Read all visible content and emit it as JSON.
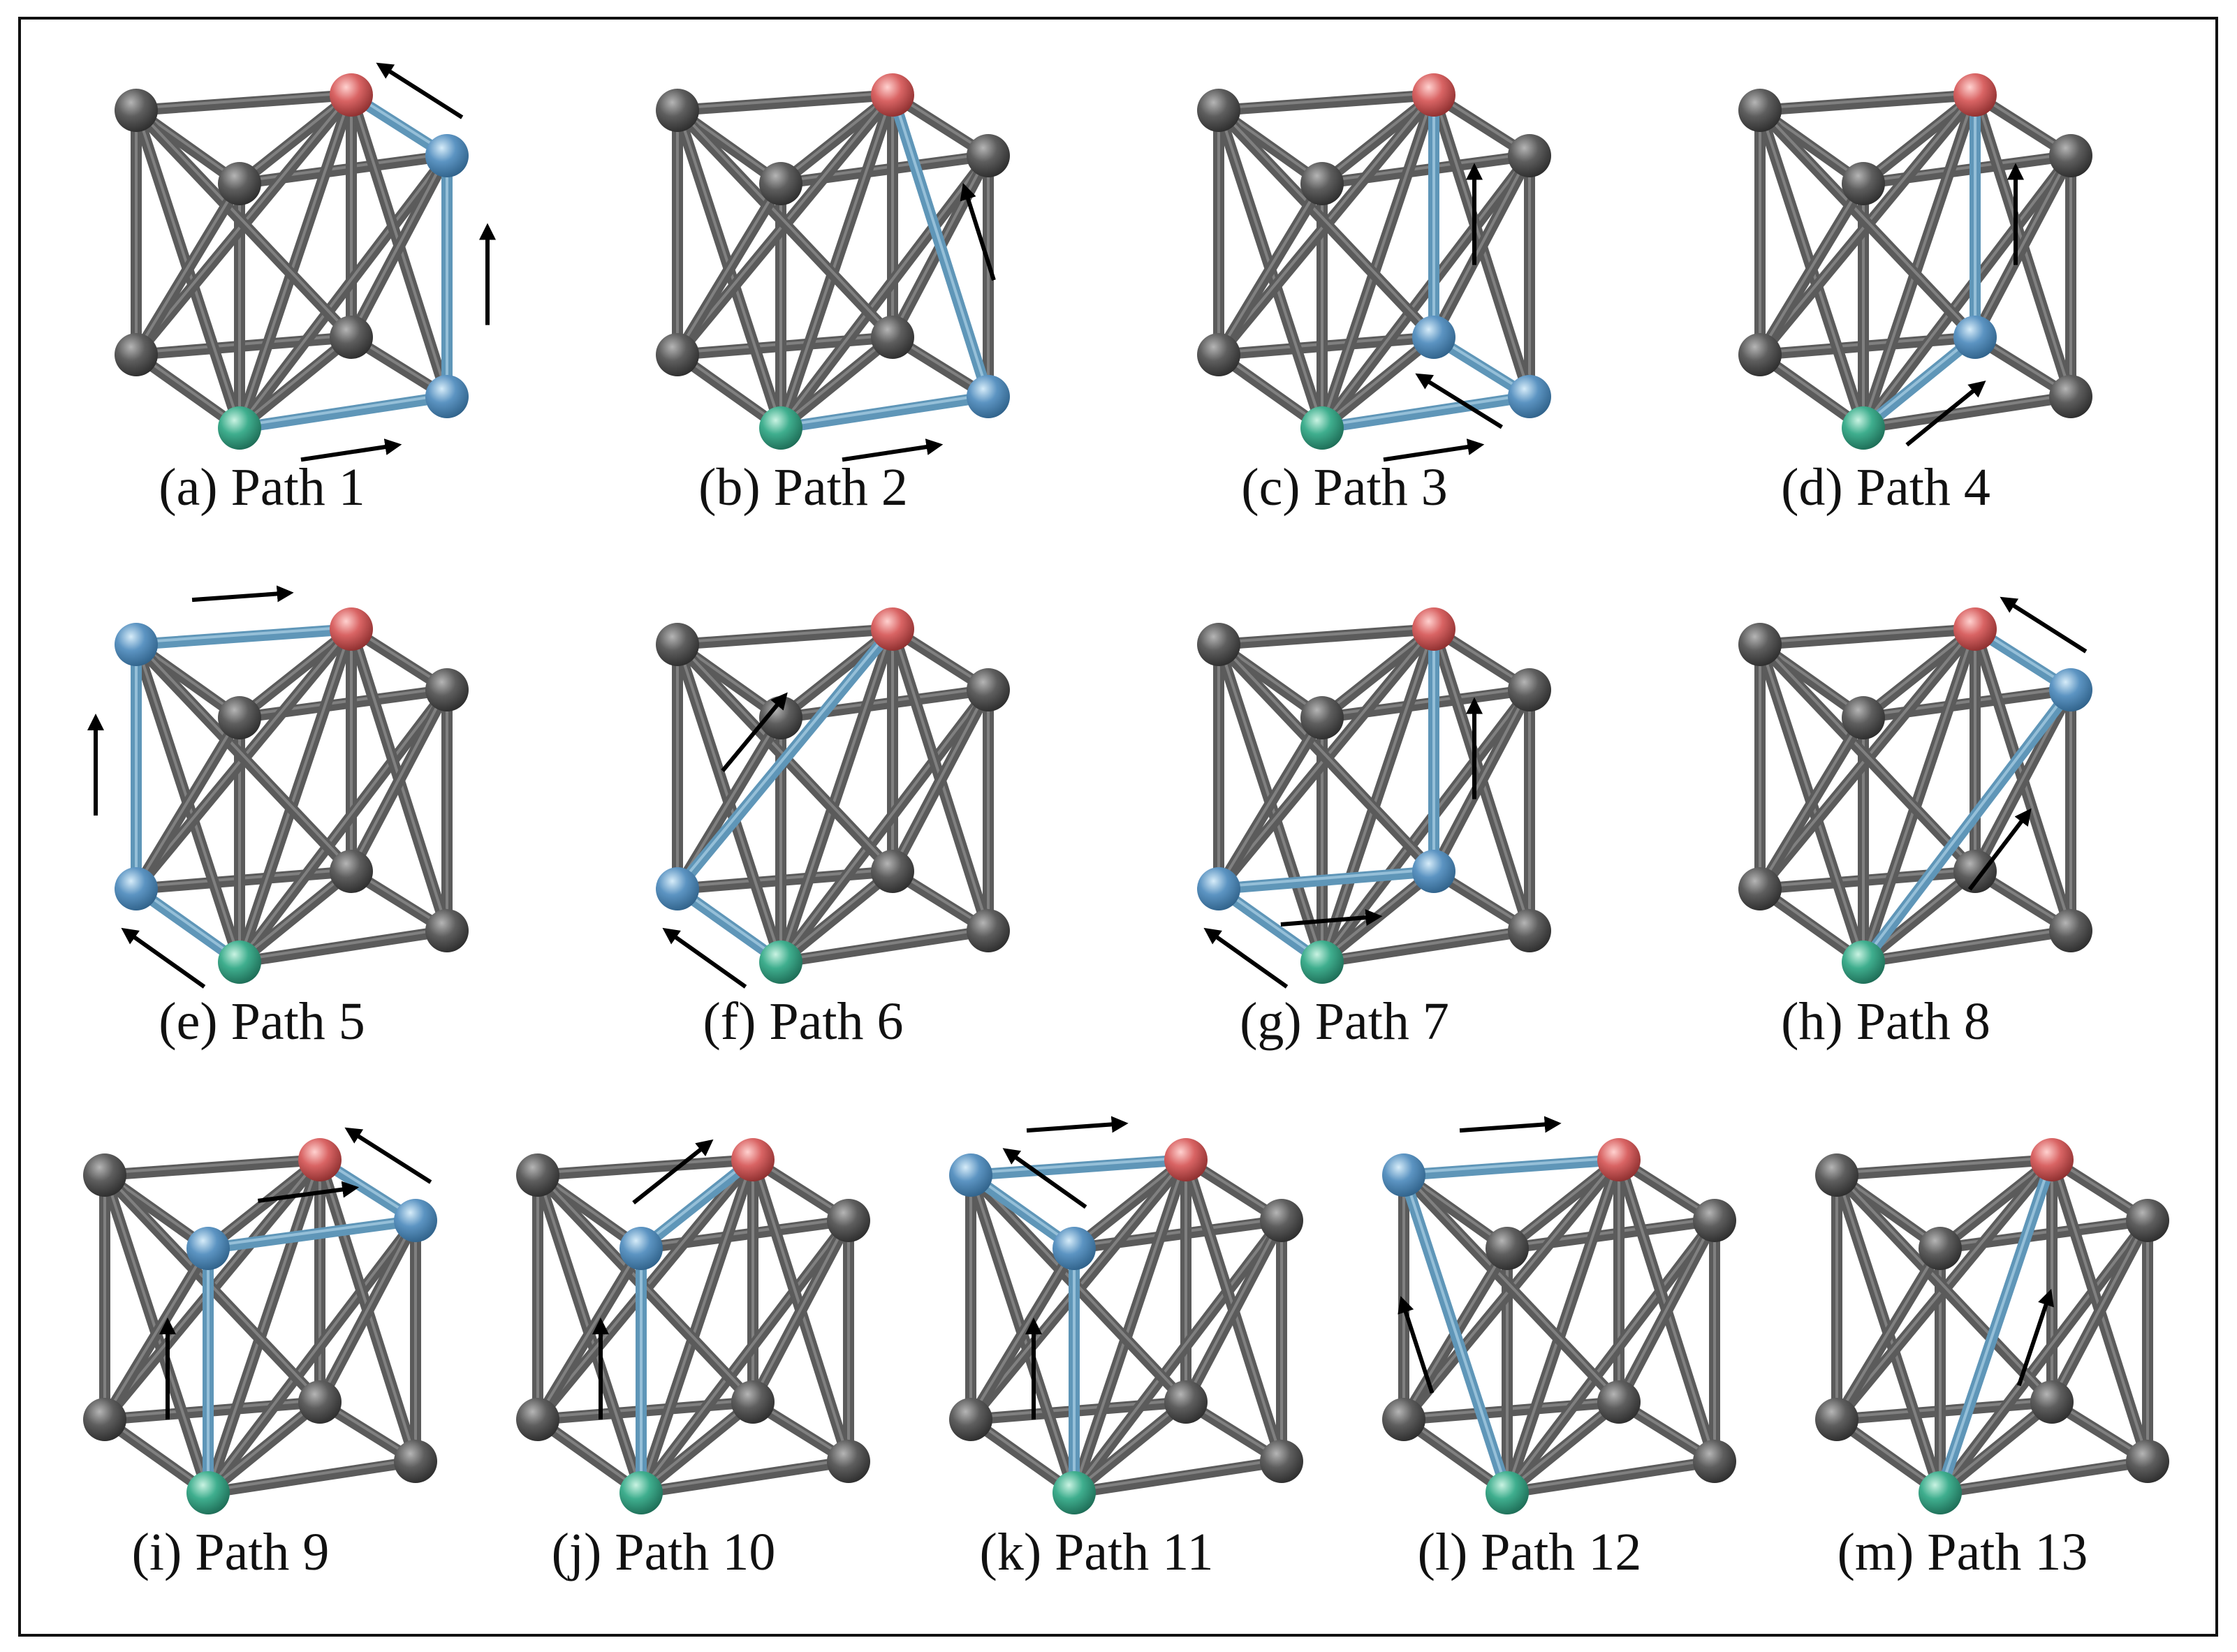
{
  "colors": {
    "rod": "#5b5b5b",
    "rod_highlight": "#8d8d8d",
    "path_rod": "#5f96b8",
    "path_rod_highlight": "#a7cde3",
    "node": "#5e5e5e",
    "path_node": "#5c94c2",
    "start_node": "#3fae8e",
    "end_node": "#d96464",
    "arrow": "#000000",
    "border": "#111111"
  },
  "node_names": [
    "top-back-left",
    "top-back-right",
    "top-front-left",
    "top-front-right",
    "bottom-back-left",
    "bottom-back-right",
    "bottom-front-left",
    "bottom-front-right"
  ],
  "start_node": "bottom-front-left",
  "end_node": "top-back-right",
  "panels": [
    {
      "caption": "(a) Path 1",
      "path": [
        "bottom-front-left",
        "bottom-front-right",
        "top-front-right",
        "top-back-right"
      ]
    },
    {
      "caption": "(b) Path 2",
      "path": [
        "bottom-front-left",
        "bottom-front-right",
        "top-back-right"
      ]
    },
    {
      "caption": "(c) Path 3",
      "path": [
        "bottom-front-left",
        "bottom-front-right",
        "bottom-back-right",
        "top-back-right"
      ]
    },
    {
      "caption": "(d) Path 4",
      "path": [
        "bottom-front-left",
        "bottom-back-right",
        "top-back-right"
      ]
    },
    {
      "caption": "(e) Path 5",
      "path": [
        "bottom-front-left",
        "bottom-back-left",
        "top-back-left",
        "top-back-right"
      ]
    },
    {
      "caption": "(f) Path 6",
      "path": [
        "bottom-front-left",
        "bottom-back-left",
        "top-back-right"
      ]
    },
    {
      "caption": "(g) Path 7",
      "path": [
        "bottom-front-left",
        "bottom-back-left",
        "bottom-back-right",
        "top-back-right"
      ]
    },
    {
      "caption": "(h) Path 8",
      "path": [
        "bottom-front-left",
        "top-front-right",
        "top-back-right"
      ]
    },
    {
      "caption": "(i) Path 9",
      "path": [
        "bottom-front-left",
        "top-front-left",
        "top-front-right",
        "top-back-right"
      ]
    },
    {
      "caption": "(j) Path 10",
      "path": [
        "bottom-front-left",
        "top-front-left",
        "top-back-right"
      ]
    },
    {
      "caption": "(k) Path 11",
      "path": [
        "bottom-front-left",
        "top-front-left",
        "top-back-left",
        "top-back-right"
      ]
    },
    {
      "caption": "(l) Path 12",
      "path": [
        "bottom-front-left",
        "top-back-left",
        "top-back-right"
      ]
    },
    {
      "caption": "(m) Path 13",
      "path": [
        "bottom-front-left",
        "top-back-right"
      ]
    }
  ]
}
